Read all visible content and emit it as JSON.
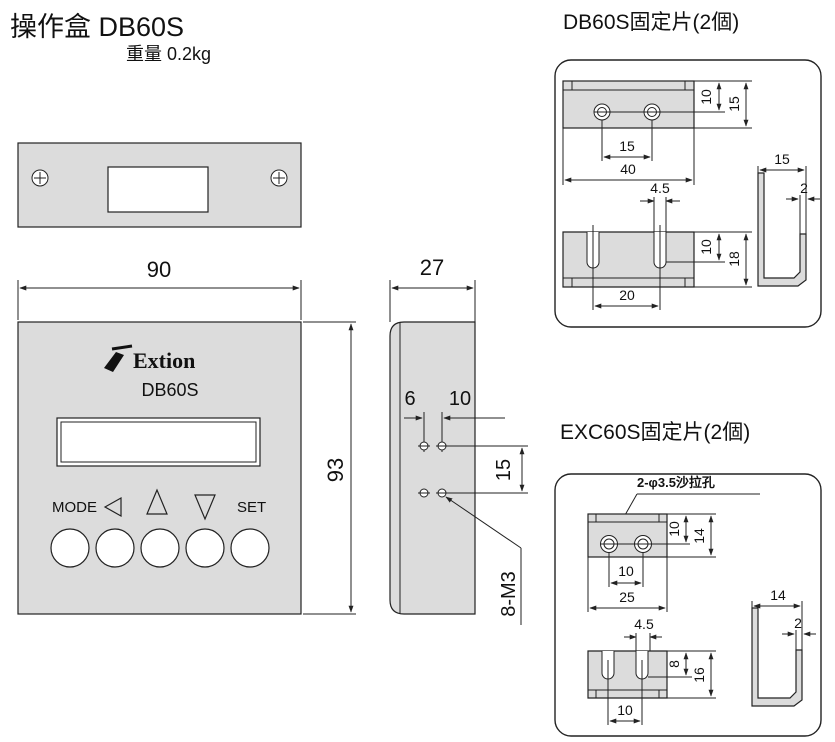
{
  "header": {
    "title": "操作盒 DB60S",
    "weight": "重量 0.2kg"
  },
  "front": {
    "logo_text": "Extion",
    "model": "DB60S",
    "btn_mode": "MODE",
    "btn_set": "SET",
    "left_arrow": "◁",
    "up_arrow": "△",
    "down_arrow": "▽"
  },
  "dims_main": {
    "width": "90",
    "height": "93",
    "depth": "27",
    "d6": "6",
    "d10": "10",
    "d15": "15",
    "screw": "8-M3"
  },
  "db60s_bracket": {
    "title": "DB60S固定片(2個)",
    "top_h10": "10",
    "top_h15": "15",
    "top_w15": "15",
    "top_w40": "40",
    "slot_w45": "4.5",
    "bot_h10": "10",
    "bot_h18": "18",
    "bot_w20": "20",
    "side_w15": "15",
    "side_w2": "2"
  },
  "exc60s_bracket": {
    "title": "EXC60S固定片(2個)",
    "hole_note": "2-φ3.5沙拉孔",
    "top_h10": "10",
    "top_h14": "14",
    "top_w10": "10",
    "top_w25": "25",
    "slot_w45": "4.5",
    "bot_h8": "8",
    "bot_h16": "16",
    "bot_w10": "10",
    "side_w14": "14",
    "side_w2": "2"
  }
}
